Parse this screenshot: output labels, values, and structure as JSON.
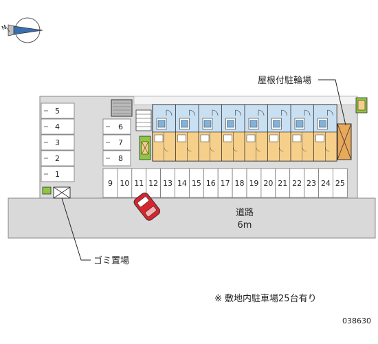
{
  "labels": {
    "bike_parking": "屋根付駐輪場",
    "road_name": "道路",
    "road_width": "6m",
    "garbage": "ゴミ置場",
    "note": "※ 敷地内駐車場25台有り",
    "map_id": "038630"
  },
  "icons": {
    "compass": "compass-icon",
    "car": "car-icon",
    "garbage": "garbage-box-icon"
  },
  "parking": {
    "left_column": [
      "5",
      "4",
      "3",
      "2",
      "1"
    ],
    "middle_column": [
      "6",
      "7",
      "8"
    ],
    "bottom_row": [
      "9",
      "10",
      "11",
      "12",
      "13",
      "14",
      "15",
      "16",
      "17",
      "18",
      "19",
      "20",
      "21",
      "22",
      "23",
      "24",
      "25"
    ]
  },
  "colors": {
    "lot": "#dcdcdc",
    "road": "#d9d9d9",
    "slot": "#ffffff",
    "building_blue": "#c9dff2",
    "building_orange": "#f6cf8a",
    "car": "#d9232d",
    "bike_roof": "#e9a85a",
    "green": "#8ec63f"
  }
}
